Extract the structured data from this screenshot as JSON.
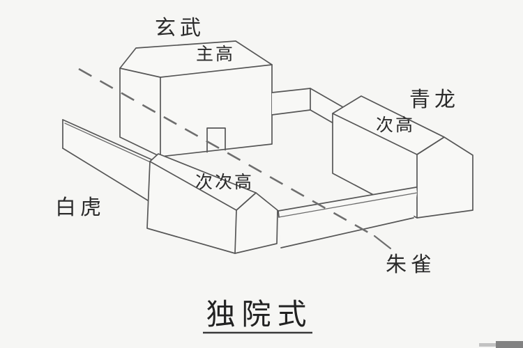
{
  "diagram": {
    "title": "独院式",
    "labels": {
      "north_guardian": "玄武",
      "main_height": "主高",
      "east_guardian": "青龙",
      "secondary_height": "次高",
      "tertiary_height": "次次高",
      "west_guardian": "白虎",
      "south_guardian": "朱雀"
    },
    "colors": {
      "background": "#f6f6f4",
      "line": "#565656",
      "axis_line": "#6e6e6e",
      "text": "#2b2b2b",
      "corner_mark_light": "#c2c2c2",
      "corner_mark_dark": "#828282"
    }
  }
}
